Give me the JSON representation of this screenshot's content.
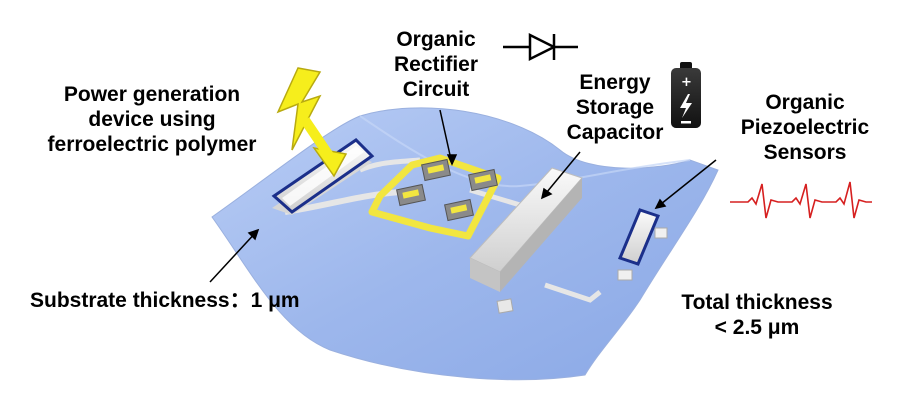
{
  "labels": {
    "power": [
      "Power generation",
      "device using",
      "ferroelectric polymer"
    ],
    "rectifier": [
      "Organic",
      "Rectifier",
      "Circuit"
    ],
    "capacitor": [
      "Energy",
      "Storage",
      "Capacitor"
    ],
    "sensors": [
      "Organic",
      "Piezoelectric",
      "Sensors"
    ],
    "substrate": "Substrate thickness：1 μm",
    "total": [
      "Total thickness",
      "< 2.5 μm"
    ]
  },
  "colors": {
    "substrate": "#9fb9ee",
    "circuit_trace": "#f2e640",
    "lightning": "#f6ee1c",
    "sensor_signal": "#d62020",
    "device_edge": "#1b2f8a"
  }
}
